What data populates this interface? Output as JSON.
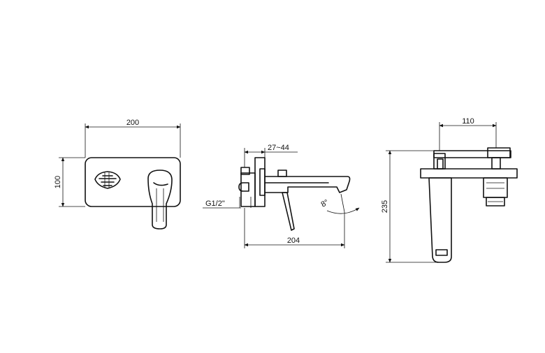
{
  "dimensions": {
    "front_width": "200",
    "front_height": "100",
    "side_wall": "27~44",
    "thread": "G1/2\"",
    "side_length": "204",
    "angle": "8°",
    "top_width": "110",
    "top_height": "235"
  }
}
